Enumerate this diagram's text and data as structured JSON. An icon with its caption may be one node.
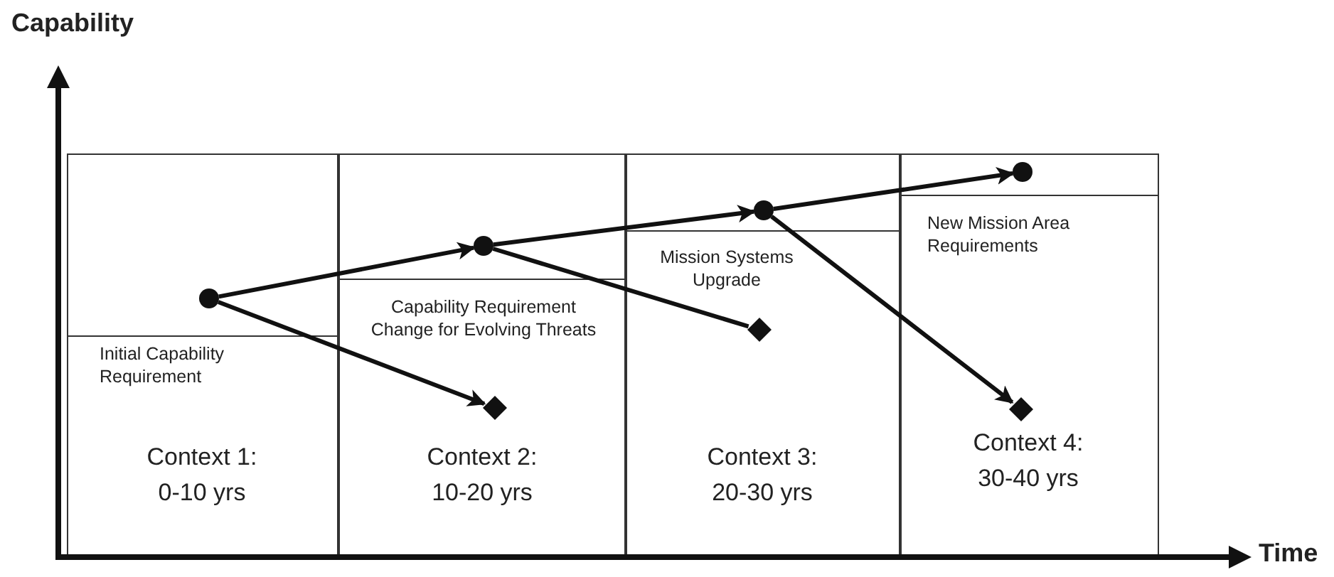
{
  "diagram": {
    "nodes": [
      {
        "text": [
          "Initial Capability Requirement",
          "Context 1: 0-10 yrs"
        ]
      },
      {
        "text": [
          "Capability Requirement Change for Evolving Threats",
          "Context 2: 10-20 yrs"
        ]
      },
      {
        "text": [
          "Mission Systems Upgrade",
          "Context 3: 20-30 yrs"
        ]
      },
      {
        "text": [
          "New Mission Area Requirements",
          "Context 4: 30-40 yrs"
        ]
      },
      {
        "text": [],
        "shape": "circle",
        "in": 0
      },
      {
        "text": [],
        "shape": "circle",
        "in": 1
      },
      {
        "text": [],
        "shape": "diamond",
        "in": 1
      },
      {
        "text": [],
        "shape": "circle",
        "in": 2
      },
      {
        "text": [],
        "shape": "diamond",
        "in": 2
      },
      {
        "text": [],
        "shape": "circle",
        "in": 3
      },
      {
        "text": [],
        "shape": "diamond",
        "in": 3
      }
    ],
    "edges": [
      {
        "from": 4,
        "to": 5,
        "arrow": "to"
      },
      {
        "from": 5,
        "to": 7,
        "arrow": "to"
      },
      {
        "from": 7,
        "to": 9,
        "arrow": "to"
      },
      {
        "from": 4,
        "to": 6,
        "arrow": "to"
      },
      {
        "from": 5,
        "to": 8,
        "arrow": "none"
      },
      {
        "from": 7,
        "to": 10,
        "arrow": "to"
      }
    ],
    "labels": [
      "Capability",
      "Time"
    ]
  }
}
